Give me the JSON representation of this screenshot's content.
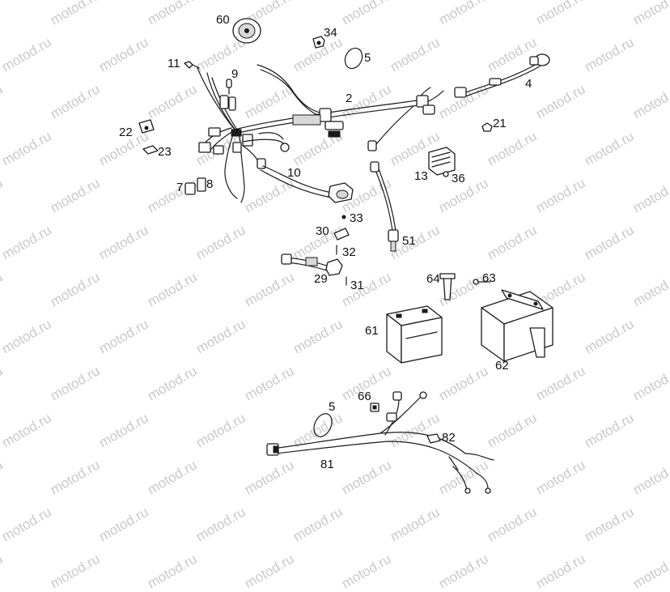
{
  "watermark": {
    "text": "motod.ru",
    "color": "#c9c9c9"
  },
  "callouts": {
    "p60": "60",
    "p34": "34",
    "p5a": "5",
    "p11": "11",
    "p9": "9",
    "p2": "2",
    "p4": "4",
    "p21": "21",
    "p22": "22",
    "p23": "23",
    "p7": "7",
    "p8": "8",
    "p10": "10",
    "p13": "13",
    "p36": "36",
    "p33": "33",
    "p30": "30",
    "p51": "51",
    "p32": "32",
    "p29": "29",
    "p31": "31",
    "p64": "64",
    "p63": "63",
    "p61": "61",
    "p62": "62",
    "p5b": "5",
    "p66": "66",
    "p82": "82",
    "p81": "81"
  }
}
